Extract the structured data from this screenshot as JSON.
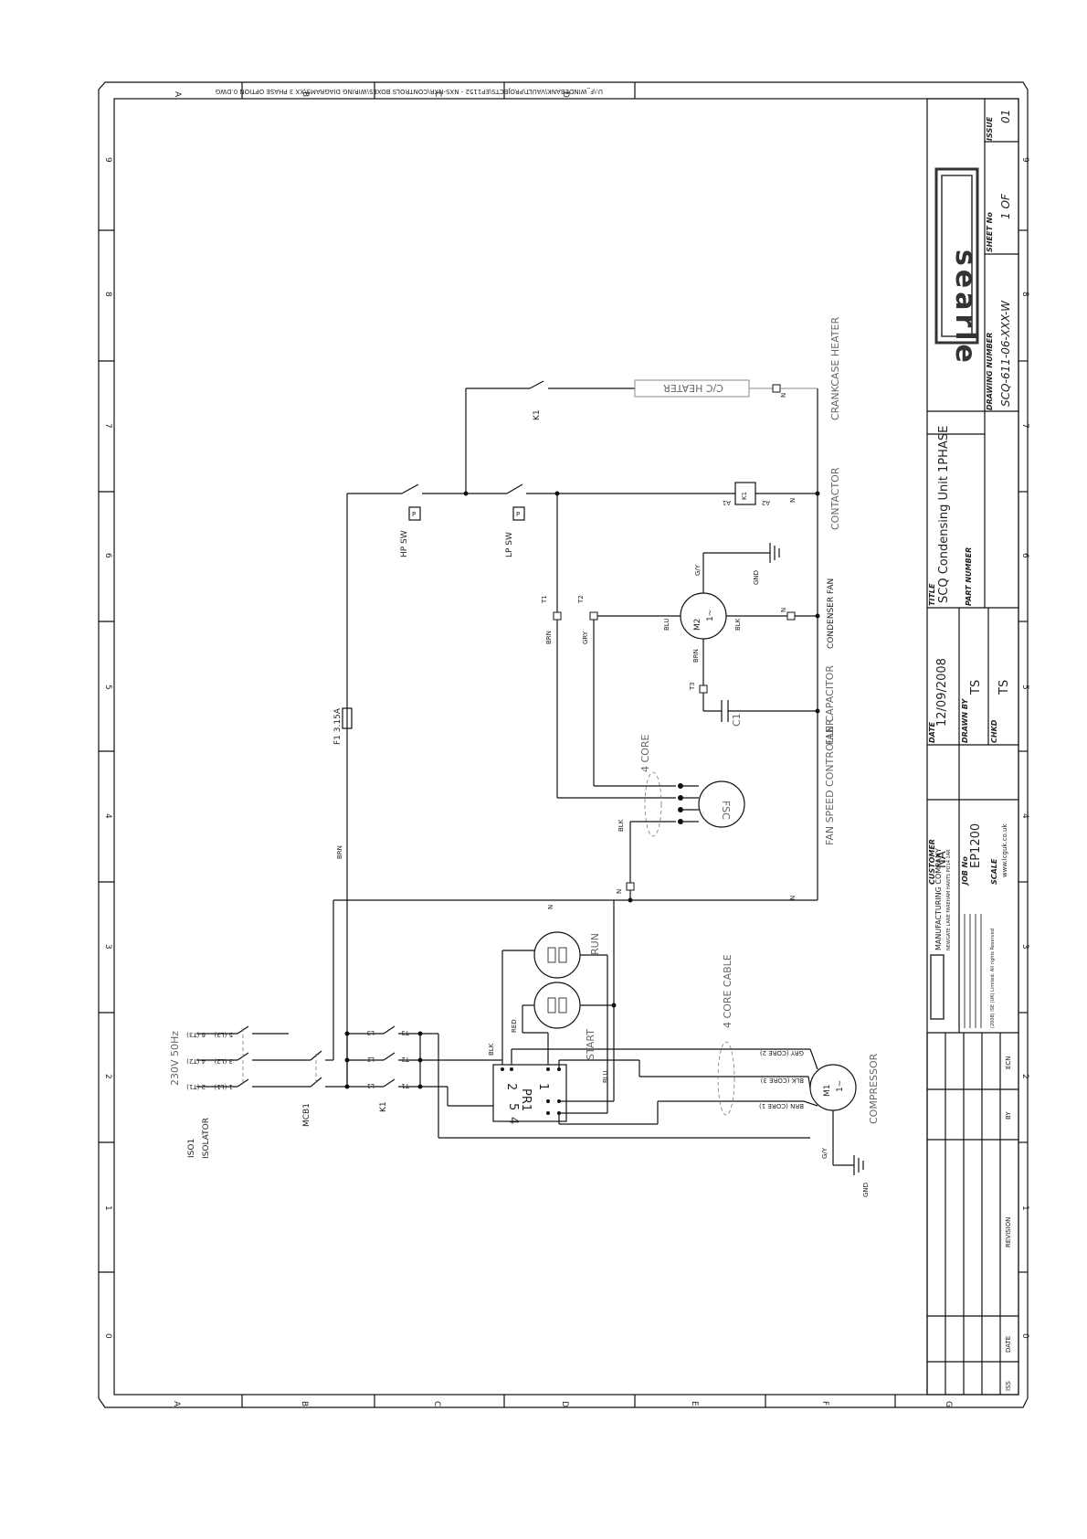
{
  "path_text": "U:\\F_WINDEBANK\\VAULT\\PROJECTS\\EP1152 - NXS-NXR\\CONTROLS BOXES\\WIRING DIAGRAMS\\XX 3 PHASE OPTION 0.DWG",
  "grid": {
    "cols_top": [
      "A",
      "B",
      "C",
      "D"
    ],
    "cols_bottom": [
      "A",
      "B",
      "C",
      "D",
      "E",
      "F",
      "G"
    ],
    "rows": [
      "9",
      "8",
      "7",
      "6",
      "5",
      "4",
      "3",
      "2",
      "1",
      "0"
    ]
  },
  "title_block": {
    "logo": "searle",
    "title_label": "TITLE",
    "title": "SCQ Condensing Unit 1PHASE",
    "part_number_label": "PART NUMBER",
    "drawing_number_label": "DRAWING NUMBER",
    "drawing_number": "SCQ-611-06-XXX-W",
    "sheet_label": "SHEET No",
    "sheet": "1 OF",
    "issue_label": "ISSUE",
    "issue": "01",
    "customer_label": "CUSTOMER",
    "customer": "NA",
    "job_label": "JOB No",
    "job": "EP1200",
    "scale_label": "SCALE",
    "date_label": "DATE",
    "date": "12/09/2008",
    "drawn_label": "DRAWN BY",
    "drawn": "TS",
    "chkd_label": "CHKD",
    "chkd": "TS",
    "company": "MANUFACTURING COMPANY",
    "address": "NEWGATE LANE FAREHAM HANTS PO14 1AR",
    "copyright": "(2008) ISE (UK) Limited. All rights Reserved",
    "website": "www.lcguk.co.uk",
    "rev_headers": [
      "ISS",
      "DATE",
      "REVISION",
      "BY",
      "ECN"
    ]
  },
  "labels": {
    "iso1": "ISO1",
    "isolator": "ISOLATOR",
    "supply": "230V 50Hz",
    "mcb1": "MCB1",
    "k1": "K1",
    "fuse": "F1 3.15A",
    "hp_sw": "HP SW",
    "lp_sw": "LP SW",
    "crankcase": "CRANKCASE HEATER",
    "cc_heater": "C/C HEATER",
    "contactor": "CONTACTOR",
    "condenser_fan": "CONDENSER FAN",
    "fan_capacitor": "FAN CAPACITOR",
    "fan_speed_controller": "FAN SPEED CONTROLLER",
    "fsc": "FSC",
    "four_core": "4 CORE",
    "four_core_cable": "4 CORE CABLE",
    "start": "START",
    "run": "RUN",
    "pr1": "PR1",
    "compressor": "COMPRESSOR",
    "m1": "M1",
    "m2": "M2",
    "phase": "1~",
    "gnd": "GND",
    "gy": "G/Y",
    "c1": "C1",
    "brn": "BRN",
    "blk": "BLK",
    "blu": "BLU",
    "gry": "GRY",
    "red": "RED",
    "n": "N",
    "t1": "T1",
    "t2": "T2",
    "t3": "T3",
    "a1": "A1",
    "a2": "A2",
    "grey_core": "GRY (CORE 2)",
    "blk_core": "BLK (CORE 3)",
    "brn_core": "BRN (CORE 1)",
    "iso_terms": [
      "1 (L1)",
      "2 (T1)",
      "3 (L2)",
      "4 (T2)",
      "5 (L3)",
      "6 (T3)"
    ],
    "k1_terms": [
      "L1",
      "T1",
      "L2",
      "T2",
      "L3",
      "T3"
    ]
  }
}
